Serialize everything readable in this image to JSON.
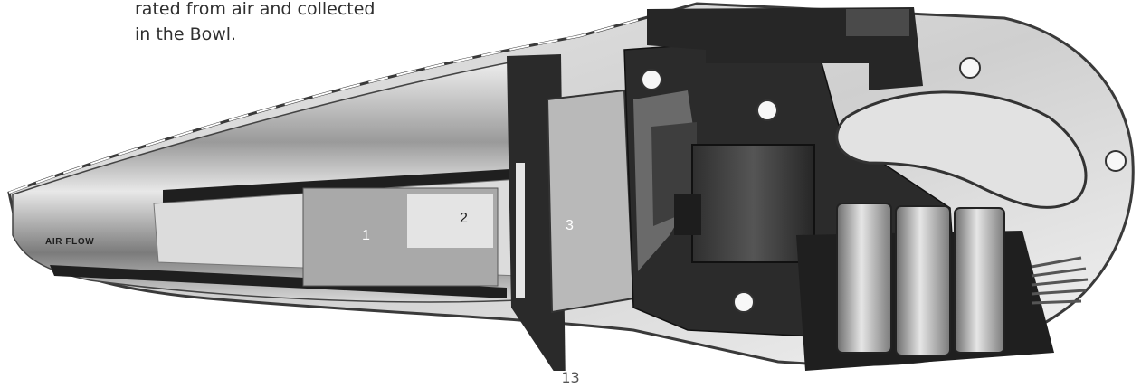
{
  "caption_lines": [
    "rated from air and collected",
    "in the Bowl."
  ],
  "figure": {
    "airflow_label": "AIR FLOW",
    "callouts": [
      "1",
      "2",
      "3"
    ]
  },
  "page_number": "13",
  "colors": {
    "text": "#2f2f2f",
    "housing_outline": "#3a3a3a",
    "internal_dark": "#2b2b2b",
    "filter_gray": "#b9b9b9"
  }
}
